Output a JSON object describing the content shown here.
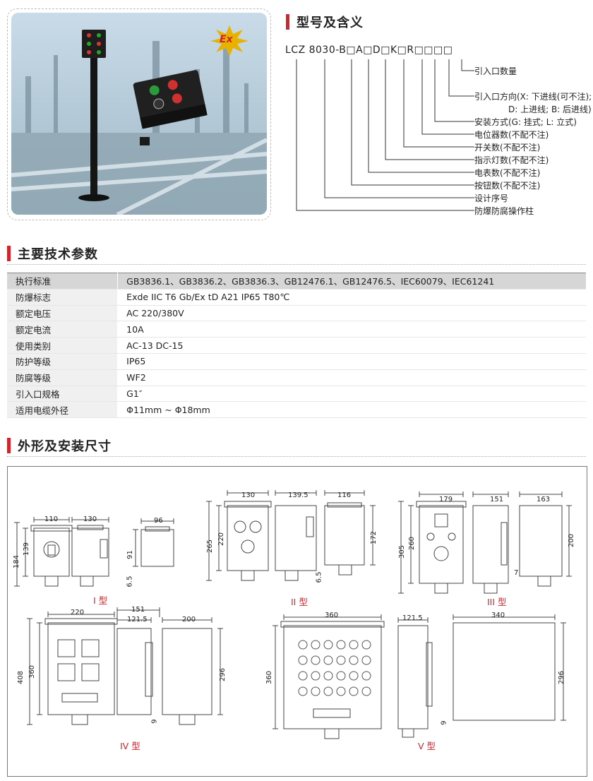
{
  "section_titles": {
    "model": "型号及含义",
    "params": "主要技术参数",
    "dims": "外形及安装尺寸"
  },
  "model_code": "LCZ 8030-B□A□D□K□R□□□□",
  "model_legend": [
    "引入口数量",
    "引入口方向(X: 下进线(可不注);",
    "D: 上进线; B: 后进线)",
    "安装方式(G: 挂式; L: 立式)",
    "电位器数(不配不注)",
    "开关数(不配不注)",
    "指示灯数(不配不注)",
    "电表数(不配不注)",
    "按钮数(不配不注)",
    "设计序号",
    "防爆防腐操作柱"
  ],
  "ex_badge": "Ex",
  "specs": [
    {
      "k": "执行标准",
      "v": "GB3836.1、GB3836.2、GB3836.3、GB12476.1、GB12476.5、IEC60079、IEC61241"
    },
    {
      "k": "防爆标志",
      "v": "Exde IIC T6 Gb/Ex tD A21 IP65 T80℃"
    },
    {
      "k": "额定电压",
      "v": "AC 220/380V"
    },
    {
      "k": "额定电流",
      "v": "10A"
    },
    {
      "k": "使用类别",
      "v": "AC-13   DC-15"
    },
    {
      "k": "防护等级",
      "v": "IP65"
    },
    {
      "k": "防腐等级",
      "v": "WF2"
    },
    {
      "k": "引入口规格",
      "v": "G1″"
    },
    {
      "k": "适用电缆外径",
      "v": "Φ11mm ~ Φ18mm"
    }
  ],
  "types": {
    "t1": "I 型",
    "t2": "II 型",
    "t3": "III 型",
    "t4": "IV 型",
    "t5": "V 型"
  },
  "dims": {
    "t1": {
      "w_front": "110",
      "w_side": "130",
      "w_top": "96",
      "h_outer": "184",
      "h_inner": "139",
      "h_top": "91",
      "h_foot": "6.5"
    },
    "t2": {
      "w_front": "130",
      "w_side": "139.5",
      "w_back": "116",
      "h_outer": "265",
      "h_inner": "220",
      "h_back": "172",
      "h_foot": "6.5"
    },
    "t3": {
      "w_front": "179",
      "w_side": "151",
      "w_back": "163",
      "h_outer": "305",
      "h_inner": "260",
      "h_back": "200",
      "h_foot": "7"
    },
    "t4": {
      "w_front": "220",
      "w_side_outer": "151",
      "w_side_inner": "121.5",
      "w_back": "200",
      "h_outer": "408",
      "h_inner": "360",
      "h_back": "296",
      "h_foot": "9"
    },
    "t5": {
      "w_front": "360",
      "w_side": "121.5",
      "w_back": "340",
      "h_front": "360",
      "h_back": "296",
      "h_foot": "9"
    }
  }
}
